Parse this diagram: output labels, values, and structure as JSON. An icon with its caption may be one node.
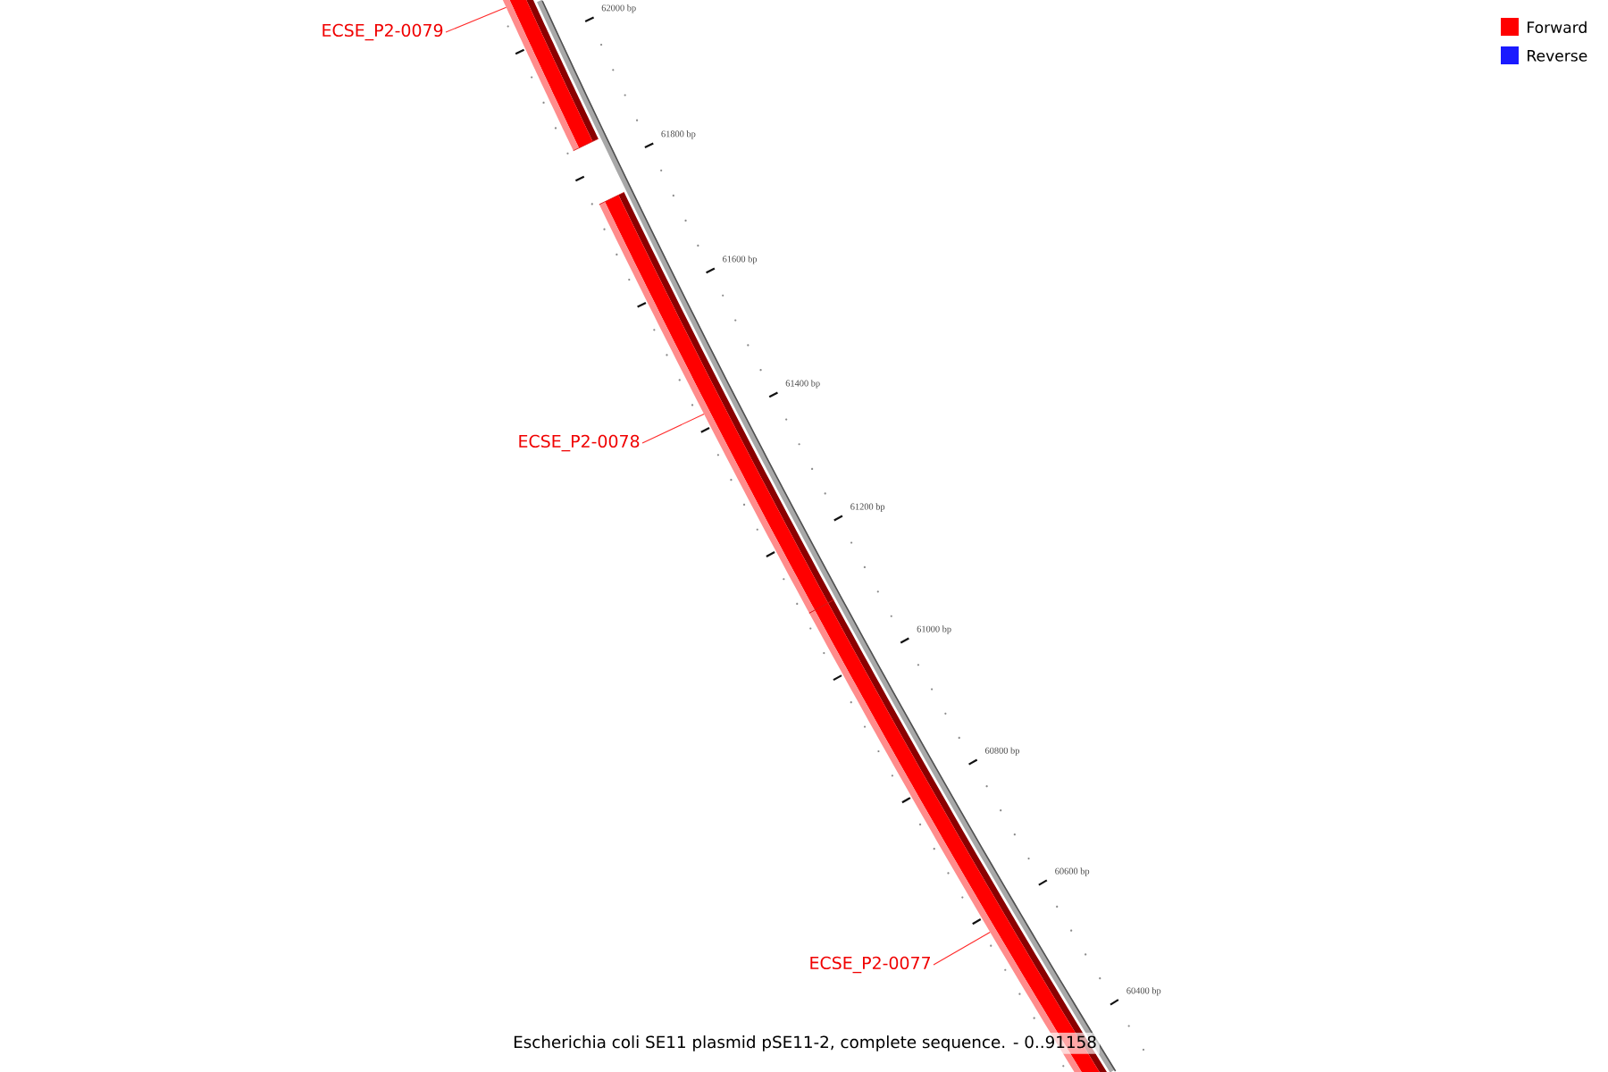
{
  "diagram": {
    "caption": "Escherichia coli SE11 plasmid pSE11-2, complete sequence. - 0..91158",
    "nodes": [
      {
        "text": [
          "ECSE_P2-0079"
        ]
      },
      {
        "text": [],
        "shape": "bar"
      },
      {
        "text": [
          "ECSE_P2-0078"
        ]
      },
      {
        "text": [],
        "shape": "bar"
      },
      {
        "text": [
          "ECSE_P2-0077"
        ]
      },
      {
        "text": [],
        "shape": "bar"
      }
    ],
    "edges": [
      {
        "from": 0,
        "to": 1,
        "arrow": "none"
      },
      {
        "from": 2,
        "to": 3,
        "arrow": "none"
      },
      {
        "from": 4,
        "to": 5,
        "arrow": "none"
      }
    ],
    "labels": [
      "62000 bp",
      "61800 bp",
      "61600 bp",
      "61400 bp",
      "61200 bp",
      "61000 bp",
      "60800 bp",
      "60600 bp",
      "60400 bp"
    ],
    "legend": [
      {
        "text": "Forward",
        "color": "#ff0000"
      },
      {
        "text": "Reverse",
        "color": "#1a1aff"
      }
    ]
  }
}
